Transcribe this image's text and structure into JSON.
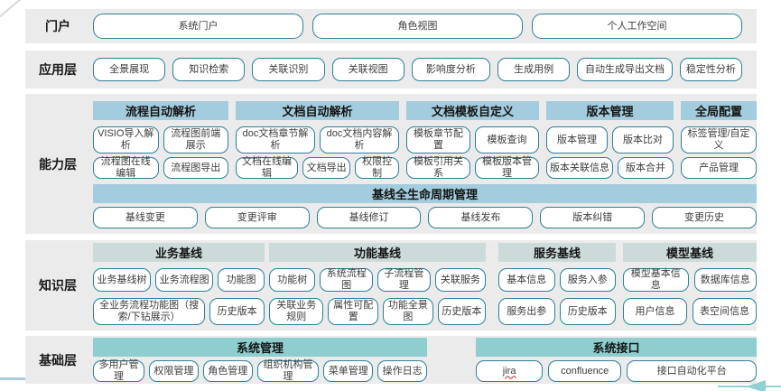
{
  "colors": {
    "band_background": "#ebebeb",
    "button_border": "#2e7f99",
    "capability_header": "#a3cdde",
    "knowledge_header": "#ccdada",
    "foundation_header": "#8ecece"
  },
  "portal": {
    "label": "门户",
    "buttons": [
      "系统门户",
      "角色视图",
      "个人工作空间"
    ]
  },
  "application": {
    "label": "应用层",
    "buttons": [
      "全景展现",
      "知识检索",
      "关联识别",
      "关联视图",
      "影响度分析",
      "生成用例",
      "自动生成导出文档",
      "稳定性分析"
    ]
  },
  "capability": {
    "label": "能力层",
    "groups": [
      {
        "title": "流程自动解析",
        "row1": [
          "VISIO导入解析",
          "流程图前端展示"
        ],
        "row2": [
          "流程图在线编辑",
          "流程图导出"
        ]
      },
      {
        "title": "文档自动解析",
        "row1": [
          "doc文档章节解析",
          "doc文档内容解析"
        ],
        "row2": [
          "文档在线编辑",
          "文档导出",
          "权限控制"
        ]
      },
      {
        "title": "文档模板自定义",
        "row1": [
          "模板章节配置",
          "模板查询"
        ],
        "row2": [
          "模板引用关系",
          "模板版本管理"
        ]
      },
      {
        "title": "版本管理",
        "row1": [
          "版本管理",
          "版本比对"
        ],
        "row2": [
          "版本关联信息",
          "版本合并"
        ]
      },
      {
        "title": "全局配置",
        "row1": [
          "标签管理/自定义"
        ],
        "row2": [
          "产品管理"
        ]
      }
    ],
    "baseline": {
      "title": "基线全生命周期管理",
      "buttons": [
        "基线变更",
        "变更评审",
        "基线修订",
        "基线发布",
        "版本纠错",
        "变更历史"
      ]
    }
  },
  "knowledge": {
    "label": "知识层",
    "groups": [
      {
        "title": "业务基线",
        "row1": [
          "业务基线树",
          "业务流程图",
          "功能图"
        ],
        "row2": [
          "全业务流程功能图（搜索/下钻展示）",
          "历史版本"
        ]
      },
      {
        "title": "功能基线",
        "row1": [
          "功能树",
          "系统流程图",
          "子流程管理",
          "关联服务"
        ],
        "row2": [
          "关联业务规则",
          "属性可配置",
          "功能全景图",
          "历史版本"
        ]
      },
      {
        "title": "服务基线",
        "row1": [
          "基本信息",
          "服务入参"
        ],
        "row2": [
          "服务出参",
          "历史版本"
        ]
      },
      {
        "title": "模型基线",
        "row1": [
          "模型基本信息",
          "数据库信息"
        ],
        "row2": [
          "用户信息",
          "表空间信息"
        ]
      }
    ]
  },
  "foundation": {
    "label": "基础层",
    "groups": [
      {
        "title": "系统管理",
        "buttons": [
          "多用户管理",
          "权限管理",
          "角色管理",
          "组织机构管理",
          "菜单管理",
          "操作日志"
        ]
      },
      {
        "title": "系统接口",
        "buttons": [
          "jira",
          "confluence",
          "接口自动化平台"
        ]
      }
    ]
  }
}
